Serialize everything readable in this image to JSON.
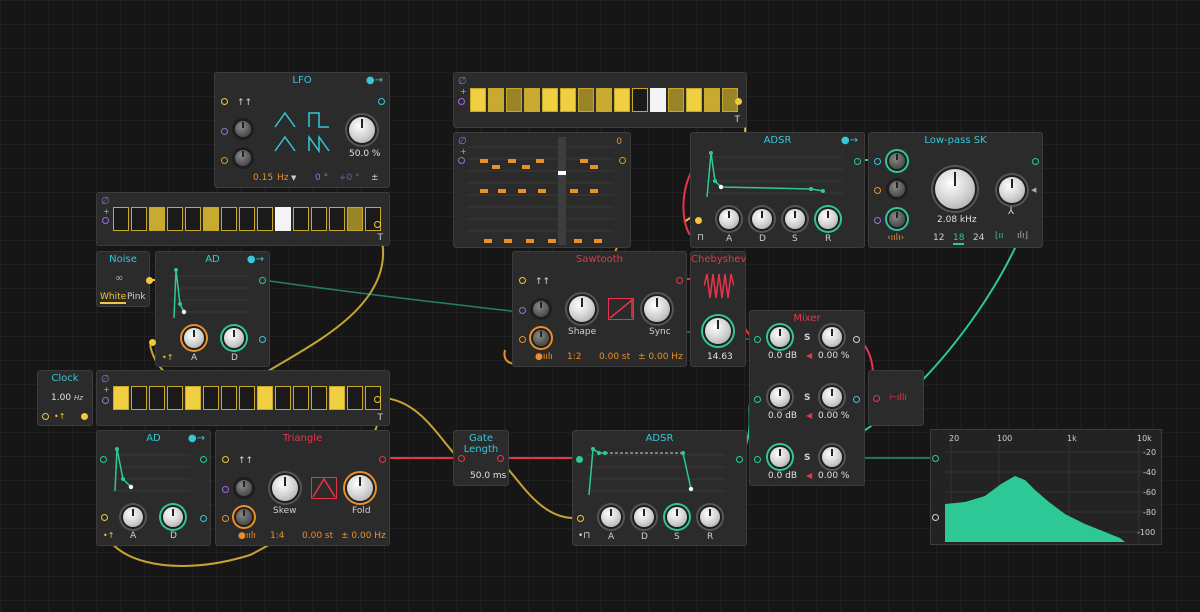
{
  "colors": {
    "cyan": "#34c8d8",
    "red": "#e8344a",
    "yellow": "#f0c83a",
    "orange": "#e8902a",
    "purple": "#9c6ed8",
    "green": "#2ec896",
    "bg": "#161616"
  },
  "lfo": {
    "title": "LFO",
    "amount": "50.0 %",
    "rate": "0.15",
    "rate_unit": "Hz",
    "phase": "0 °",
    "offset": "+0 °",
    "pm": "±"
  },
  "seq_top_left": {
    "gate_label": "T"
  },
  "noise": {
    "title": "Noise",
    "white": "White",
    "pink": "Pink"
  },
  "ad1": {
    "title": "AD",
    "attack": "A",
    "decay": "D"
  },
  "clock": {
    "title": "Clock",
    "rate": "1.00",
    "rate_unit": "Hz"
  },
  "seq_bottom": {
    "gate_label": "T"
  },
  "ad2": {
    "title": "AD",
    "attack": "A",
    "decay": "D"
  },
  "triangle": {
    "title": "Triangle",
    "skew": "Skew",
    "fold": "Fold",
    "ratio": "1:4",
    "detune": "0.00 st",
    "fine": "± 0.00 Hz"
  },
  "seq_top_mid": {
    "gate_label": "T"
  },
  "piano_roll": {
    "index": "0"
  },
  "sawtooth": {
    "title": "Sawtooth",
    "shape": "Shape",
    "sync": "Sync",
    "ratio": "1:2",
    "detune": "0.00 st",
    "fine": "± 0.00 Hz"
  },
  "chebyshev": {
    "title": "Chebyshev",
    "value": "14.63"
  },
  "gate_length": {
    "title": "Gate Length",
    "value": "50.0 ms"
  },
  "adsr_top": {
    "title": "ADSR",
    "a": "A",
    "d": "D",
    "s": "S",
    "r": "R"
  },
  "adsr_bottom": {
    "title": "ADSR",
    "a": "A",
    "d": "D",
    "s": "S",
    "r": "R"
  },
  "lowpass": {
    "title": "Low-pass SK",
    "cutoff": "2.08 kHz",
    "slopes": [
      "12",
      "18",
      "24"
    ]
  },
  "mixer": {
    "title": "Mixer",
    "channels": [
      {
        "gain": "0.0 dB",
        "mix": "0.00 %",
        "solo": "S"
      },
      {
        "gain": "0.0 dB",
        "mix": "0.00 %",
        "solo": "S"
      },
      {
        "gain": "0.0 dB",
        "mix": "0.00 %",
        "solo": "S"
      }
    ]
  },
  "spectrum": {
    "x_ticks": [
      "20",
      "100",
      "1k",
      "10k"
    ],
    "y_ticks": [
      "-20",
      "-40",
      "-60",
      "-80",
      "-100"
    ]
  }
}
